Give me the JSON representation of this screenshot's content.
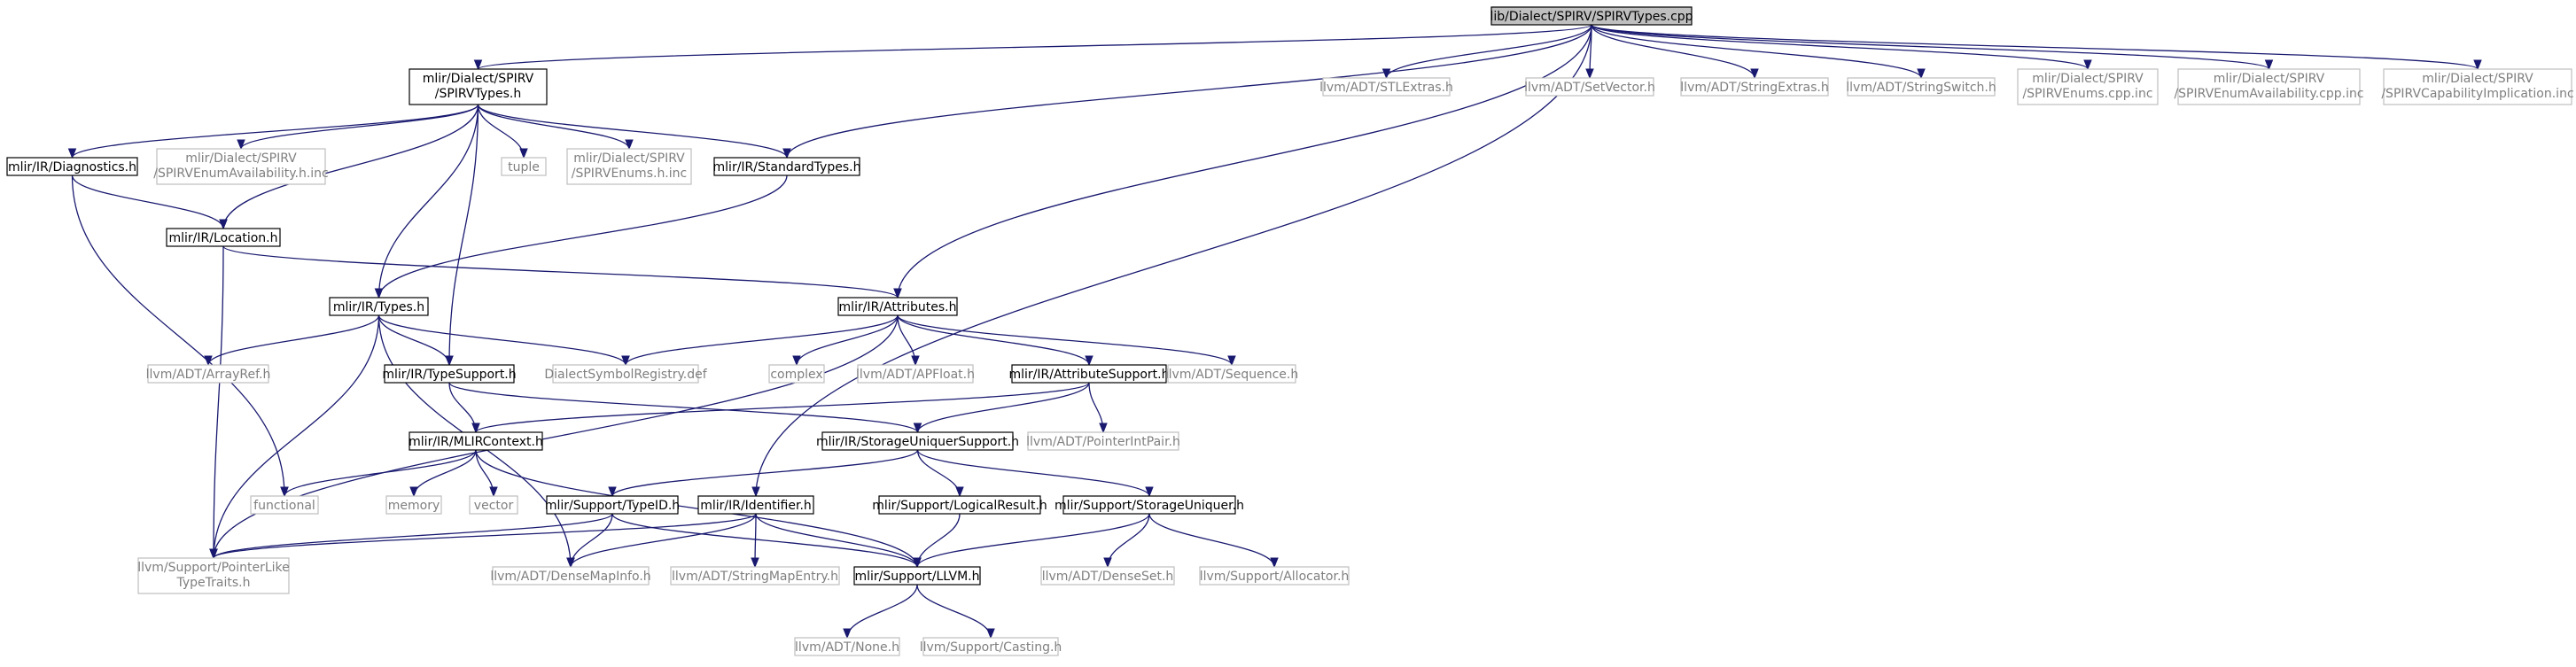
{
  "graph": {
    "nodes": [
      {
        "id": "root",
        "kind": "main",
        "label": [
          "lib/Dialect/SPIRV/SPIRVTypes.cpp"
        ]
      },
      {
        "id": "spirvtypes_h",
        "kind": "local",
        "label": [
          "mlir/Dialect/SPIRV",
          "/SPIRVTypes.h"
        ]
      },
      {
        "id": "stlextras",
        "kind": "external",
        "label": [
          "llvm/ADT/STLExtras.h"
        ]
      },
      {
        "id": "setvector",
        "kind": "external",
        "label": [
          "llvm/ADT/SetVector.h"
        ]
      },
      {
        "id": "stringextras",
        "kind": "external",
        "label": [
          "llvm/ADT/StringExtras.h"
        ]
      },
      {
        "id": "stringswitch",
        "kind": "external",
        "label": [
          "llvm/ADT/StringSwitch.h"
        ]
      },
      {
        "id": "enums_cpp",
        "kind": "external",
        "label": [
          "mlir/Dialect/SPIRV",
          "/SPIRVEnums.cpp.inc"
        ]
      },
      {
        "id": "enumavail_cpp",
        "kind": "external",
        "label": [
          "mlir/Dialect/SPIRV",
          "/SPIRVEnumAvailability.cpp.inc"
        ]
      },
      {
        "id": "capimpl",
        "kind": "external",
        "label": [
          "mlir/Dialect/SPIRV",
          "/SPIRVCapabilityImplication.inc"
        ]
      },
      {
        "id": "diagnostics",
        "kind": "local",
        "label": [
          "mlir/IR/Diagnostics.h"
        ]
      },
      {
        "id": "enumavail_h",
        "kind": "external",
        "label": [
          "mlir/Dialect/SPIRV",
          "/SPIRVEnumAvailability.h.inc"
        ]
      },
      {
        "id": "tuple",
        "kind": "external",
        "label": [
          "tuple"
        ]
      },
      {
        "id": "enums_h",
        "kind": "external",
        "label": [
          "mlir/Dialect/SPIRV",
          "/SPIRVEnums.h.inc"
        ]
      },
      {
        "id": "standardtypes",
        "kind": "local",
        "label": [
          "mlir/IR/StandardTypes.h"
        ]
      },
      {
        "id": "location",
        "kind": "local",
        "label": [
          "mlir/IR/Location.h"
        ]
      },
      {
        "id": "types",
        "kind": "local",
        "label": [
          "mlir/IR/Types.h"
        ]
      },
      {
        "id": "attributes",
        "kind": "local",
        "label": [
          "mlir/IR/Attributes.h"
        ]
      },
      {
        "id": "arrayref",
        "kind": "external",
        "label": [
          "llvm/ADT/ArrayRef.h"
        ]
      },
      {
        "id": "typesupport",
        "kind": "local",
        "label": [
          "mlir/IR/TypeSupport.h"
        ]
      },
      {
        "id": "dialectsym",
        "kind": "external",
        "label": [
          "DialectSymbolRegistry.def"
        ]
      },
      {
        "id": "complex",
        "kind": "external",
        "label": [
          "complex"
        ]
      },
      {
        "id": "apfloat",
        "kind": "external",
        "label": [
          "llvm/ADT/APFloat.h"
        ]
      },
      {
        "id": "attrsupport",
        "kind": "local",
        "label": [
          "mlir/IR/AttributeSupport.h"
        ]
      },
      {
        "id": "sequence",
        "kind": "external",
        "label": [
          "llvm/ADT/Sequence.h"
        ]
      },
      {
        "id": "mlircontext",
        "kind": "local",
        "label": [
          "mlir/IR/MLIRContext.h"
        ]
      },
      {
        "id": "sus",
        "kind": "local",
        "label": [
          "mlir/IR/StorageUniquerSupport.h"
        ]
      },
      {
        "id": "pointerintpair",
        "kind": "external",
        "label": [
          "llvm/ADT/PointerIntPair.h"
        ]
      },
      {
        "id": "functional",
        "kind": "external",
        "label": [
          "functional"
        ]
      },
      {
        "id": "memory",
        "kind": "external",
        "label": [
          "memory"
        ]
      },
      {
        "id": "vector",
        "kind": "external",
        "label": [
          "vector"
        ]
      },
      {
        "id": "typeid",
        "kind": "local",
        "label": [
          "mlir/Support/TypeID.h"
        ]
      },
      {
        "id": "identifier",
        "kind": "local",
        "label": [
          "mlir/IR/Identifier.h"
        ]
      },
      {
        "id": "logicalresult",
        "kind": "local",
        "label": [
          "mlir/Support/LogicalResult.h"
        ]
      },
      {
        "id": "storageuniquer",
        "kind": "local",
        "label": [
          "mlir/Support/StorageUniquer.h"
        ]
      },
      {
        "id": "ptrlike",
        "kind": "external",
        "label": [
          "llvm/Support/PointerLike",
          "TypeTraits.h"
        ]
      },
      {
        "id": "densemapinfo",
        "kind": "external",
        "label": [
          "llvm/ADT/DenseMapInfo.h"
        ]
      },
      {
        "id": "stringmapentry",
        "kind": "external",
        "label": [
          "llvm/ADT/StringMapEntry.h"
        ]
      },
      {
        "id": "llvm_h",
        "kind": "local",
        "label": [
          "mlir/Support/LLVM.h"
        ]
      },
      {
        "id": "denseset",
        "kind": "external",
        "label": [
          "llvm/ADT/DenseSet.h"
        ]
      },
      {
        "id": "allocator",
        "kind": "external",
        "label": [
          "llvm/Support/Allocator.h"
        ]
      },
      {
        "id": "none",
        "kind": "external",
        "label": [
          "llvm/ADT/None.h"
        ]
      },
      {
        "id": "casting",
        "kind": "external",
        "label": [
          "llvm/Support/Casting.h"
        ]
      }
    ],
    "edges": [
      [
        "root",
        "spirvtypes_h"
      ],
      [
        "root",
        "standardtypes"
      ],
      [
        "root",
        "attributes"
      ],
      [
        "root",
        "identifier"
      ],
      [
        "root",
        "stlextras"
      ],
      [
        "root",
        "setvector"
      ],
      [
        "root",
        "stringextras"
      ],
      [
        "root",
        "stringswitch"
      ],
      [
        "root",
        "enums_cpp"
      ],
      [
        "root",
        "enumavail_cpp"
      ],
      [
        "root",
        "capimpl"
      ],
      [
        "spirvtypes_h",
        "diagnostics"
      ],
      [
        "spirvtypes_h",
        "enumavail_h"
      ],
      [
        "spirvtypes_h",
        "location"
      ],
      [
        "spirvtypes_h",
        "types"
      ],
      [
        "spirvtypes_h",
        "typesupport"
      ],
      [
        "spirvtypes_h",
        "tuple"
      ],
      [
        "spirvtypes_h",
        "enums_h"
      ],
      [
        "spirvtypes_h",
        "standardtypes"
      ],
      [
        "diagnostics",
        "location"
      ],
      [
        "diagnostics",
        "functional"
      ],
      [
        "standardtypes",
        "types"
      ],
      [
        "location",
        "attributes"
      ],
      [
        "location",
        "ptrlike"
      ],
      [
        "types",
        "arrayref"
      ],
      [
        "types",
        "typesupport"
      ],
      [
        "types",
        "dialectsym"
      ],
      [
        "types",
        "ptrlike"
      ],
      [
        "types",
        "densemapinfo"
      ],
      [
        "attributes",
        "dialectsym"
      ],
      [
        "attributes",
        "complex"
      ],
      [
        "attributes",
        "apfloat"
      ],
      [
        "attributes",
        "attrsupport"
      ],
      [
        "attributes",
        "sequence"
      ],
      [
        "attributes",
        "ptrlike"
      ],
      [
        "typesupport",
        "mlircontext"
      ],
      [
        "typesupport",
        "sus"
      ],
      [
        "attrsupport",
        "mlircontext"
      ],
      [
        "attrsupport",
        "sus"
      ],
      [
        "attrsupport",
        "pointerintpair"
      ],
      [
        "mlircontext",
        "functional"
      ],
      [
        "mlircontext",
        "memory"
      ],
      [
        "mlircontext",
        "vector"
      ],
      [
        "mlircontext",
        "llvm_h"
      ],
      [
        "sus",
        "typeid"
      ],
      [
        "sus",
        "logicalresult"
      ],
      [
        "sus",
        "storageuniquer"
      ],
      [
        "typeid",
        "ptrlike"
      ],
      [
        "typeid",
        "densemapinfo"
      ],
      [
        "typeid",
        "llvm_h"
      ],
      [
        "identifier",
        "ptrlike"
      ],
      [
        "identifier",
        "densemapinfo"
      ],
      [
        "identifier",
        "stringmapentry"
      ],
      [
        "identifier",
        "llvm_h"
      ],
      [
        "logicalresult",
        "llvm_h"
      ],
      [
        "storageuniquer",
        "llvm_h"
      ],
      [
        "storageuniquer",
        "denseset"
      ],
      [
        "storageuniquer",
        "allocator"
      ],
      [
        "llvm_h",
        "none"
      ],
      [
        "llvm_h",
        "casting"
      ]
    ]
  }
}
